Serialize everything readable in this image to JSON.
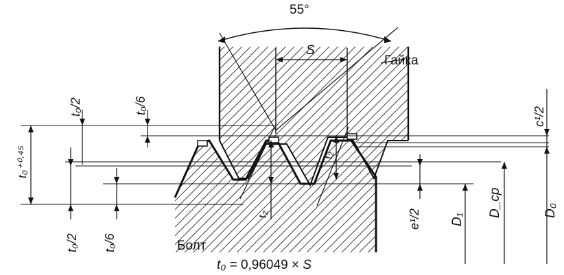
{
  "labels": {
    "angle": "55°",
    "pitch": "S",
    "nut": "Гайка",
    "bolt": "Болт",
    "half_t0_top": "t₀/2",
    "sixth_t0_top": "t₀/6",
    "t0_tolerance": "t₀⁺⁰·⁴⁵",
    "half_t0_bottom": "t₀/2",
    "sixth_t0_bottom": "t₀/6",
    "half_c1": "c¹/2",
    "t2_upper": "t₂",
    "t2_lower": "t₂",
    "half_e1": "e¹/2",
    "d1": "D₁",
    "d_cp": "D_ср",
    "d0": "D₀"
  },
  "formula": {
    "symbol": "t₀",
    "equals": " = 0,96049 × ",
    "pitch": "S"
  },
  "colors": {
    "line": "#111111",
    "background": "#ffffff"
  }
}
